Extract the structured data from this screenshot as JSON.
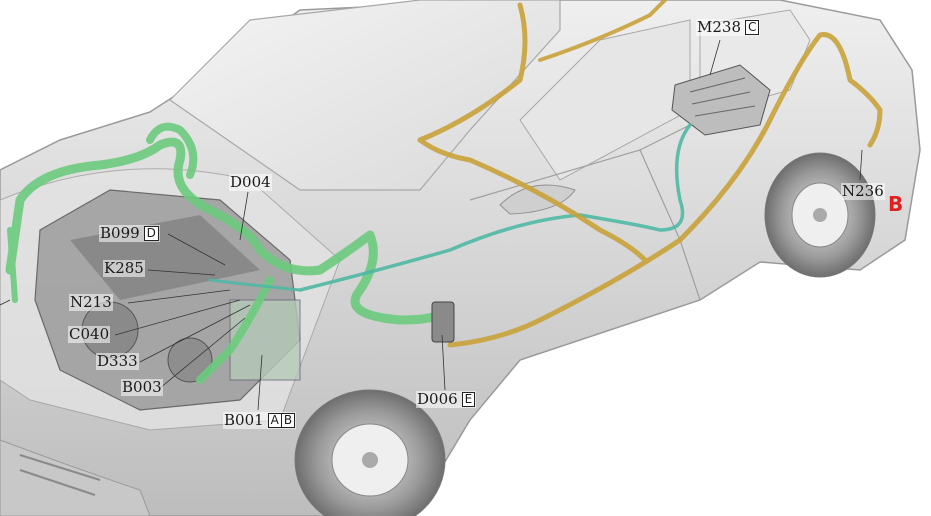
{
  "labels": {
    "m238": {
      "code": "M238",
      "boxes": [
        "C"
      ]
    },
    "d004": {
      "code": "D004",
      "boxes": []
    },
    "b099": {
      "code": "B099",
      "boxes": [
        "D"
      ]
    },
    "k285": {
      "code": "K285",
      "boxes": []
    },
    "n213": {
      "code": "N213",
      "boxes": []
    },
    "c040": {
      "code": "C040",
      "boxes": []
    },
    "d333": {
      "code": "D333",
      "boxes": []
    },
    "b003": {
      "code": "B003",
      "boxes": []
    },
    "b001": {
      "code": "B001",
      "boxes": [
        "A",
        "B"
      ]
    },
    "d006": {
      "code": "D006",
      "boxes": [
        "E"
      ]
    },
    "n236": {
      "code": "N236",
      "boxes": []
    }
  },
  "annotation": "B",
  "colors": {
    "harness_green": "#6ccb7e",
    "harness_yellow": "#c9a23a",
    "harness_teal": "#4fb8a4",
    "body": "#d6d6d6",
    "annotation": "#e02020"
  }
}
